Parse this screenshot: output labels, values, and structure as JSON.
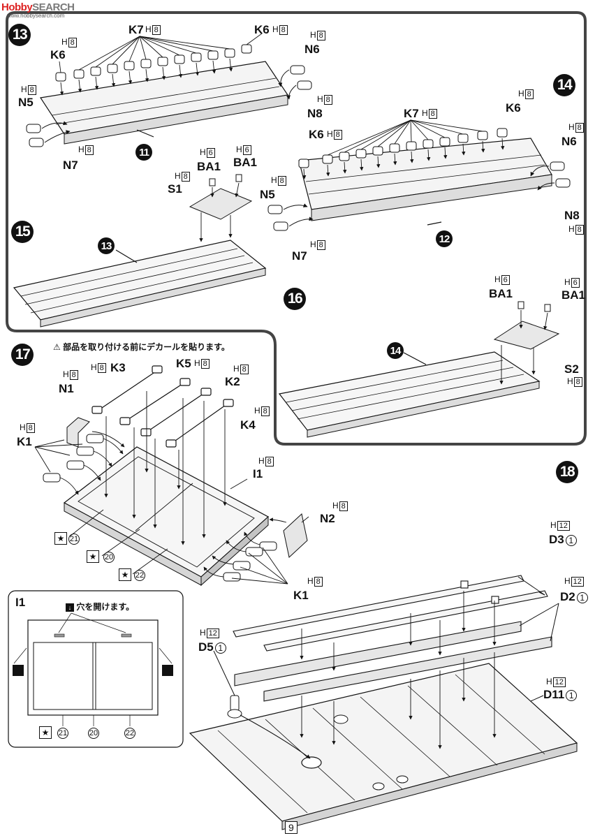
{
  "watermark": {
    "brand_a": "Hobby",
    "brand_b": "SEARCH",
    "sub": "www.hobbysearch.com"
  },
  "page_number": "9",
  "steps": {
    "s13": "13",
    "s14": "14",
    "s15": "15",
    "s16": "16",
    "s17": "17",
    "s18": "18"
  },
  "refs": {
    "r11": "11",
    "r12": "12",
    "r13": "13",
    "r14": "14"
  },
  "parts": {
    "K7": "K7",
    "K6": "K6",
    "N6": "N6",
    "N5": "N5",
    "N8": "N8",
    "N7": "N7",
    "BA1": "BA1",
    "S1": "S1",
    "S2": "S2",
    "K3": "K3",
    "K5": "K5",
    "K2": "K2",
    "K4": "K4",
    "N1": "N1",
    "K1": "K1",
    "I1": "I1",
    "N2": "N2",
    "D3": "D3",
    "D2": "D2",
    "D5": "D5",
    "D11": "D11"
  },
  "runners": {
    "H": "H",
    "n8": "8",
    "n6": "6",
    "n12": "12"
  },
  "circled": {
    "c1": "1",
    "c20": "20",
    "c21": "21",
    "c22": "22"
  },
  "notes": {
    "decal_warning": "部品を取り付ける前にデカールを貼ります。",
    "drill_holes": "穴を開けます。"
  },
  "icons": [
    "warning-icon",
    "drill-icon",
    "star-decal-icon",
    "step-badge-icon"
  ],
  "colors": {
    "ink": "#111111",
    "box_stroke": "#333333",
    "shade": "#cfcfcf"
  }
}
